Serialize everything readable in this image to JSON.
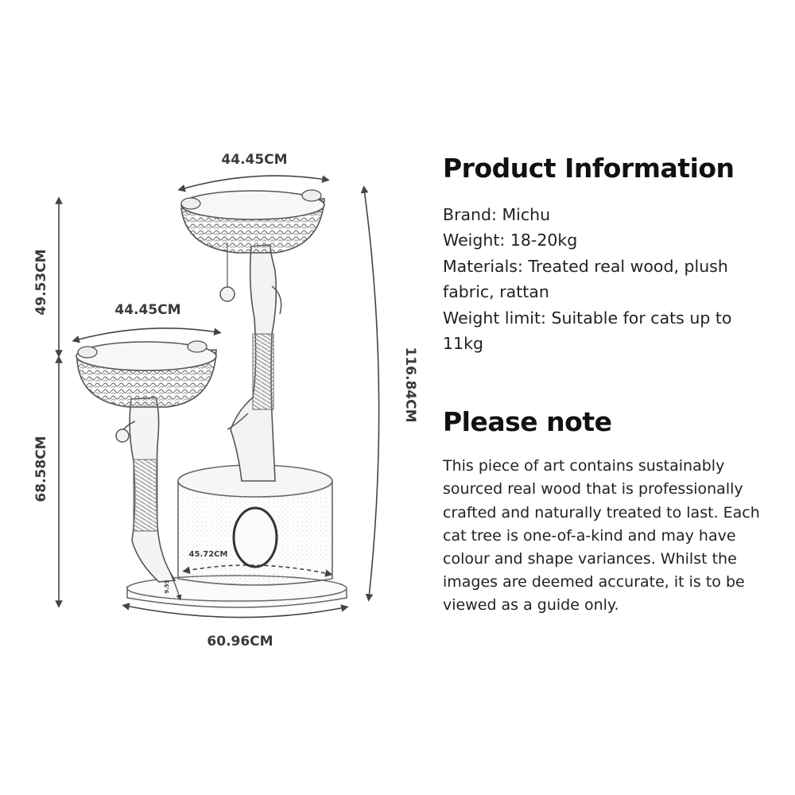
{
  "diagram": {
    "dimensions": {
      "top_width": "44.45CM",
      "lower_width": "44.45CM",
      "upper_height": "49.53CM",
      "lower_height": "68.58CM",
      "total_height": "116.84CM",
      "base_width": "60.96CM",
      "hole_width": "45.72CM",
      "small_mark": "9.55"
    }
  },
  "product_info": {
    "heading": "Product Information",
    "items": [
      "Brand:  Michu",
      "Weight: 18-20kg",
      "Materials: Treated real wood, plush fabric, rattan",
      "Weight limit: Suitable for cats up to 11kg"
    ]
  },
  "note": {
    "heading": "Please note",
    "body": "This piece of art contains sustainably sourced real wood that is professionally crafted and naturally treated to last. Each cat tree is one-of-a-kind and may have colour and shape variances. Whilst the images are deemed accurate, it is to be viewed as a guide only."
  }
}
